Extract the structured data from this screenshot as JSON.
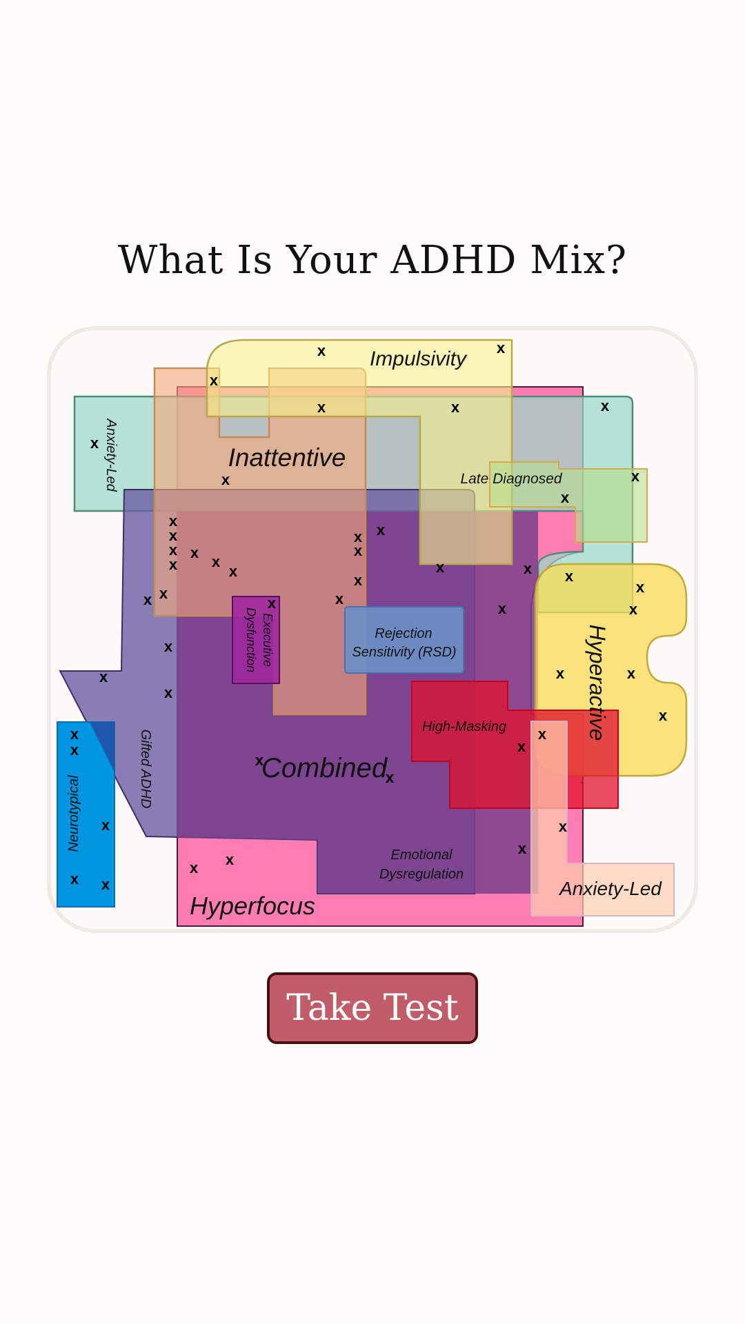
{
  "title": "What Is Your ADHD Mix?",
  "button": {
    "label": "Take Test",
    "color": "#c05d69",
    "border": "#4a0d12"
  },
  "mark_symbol": "x",
  "regions": {
    "impulsivity": "Impulsivity",
    "inattentive": "Inattentive",
    "anxiety_led_left": "Anxiety-Led",
    "late_diagnosed": "Late Diagnosed",
    "executive_dysfunction_1": "Executive",
    "executive_dysfunction_2": "Dysfunction",
    "rsd_1": "Rejection",
    "rsd_2": "Sensitivity (RSD)",
    "hyperactive": "Hyperactive",
    "high_masking": "High-Masking",
    "gifted_adhd": "Gifted ADHD",
    "neurotypical": "Neurotypical",
    "combined": "Combined",
    "emotional_1": "Emotional",
    "emotional_2": "Dysregulation",
    "hyperfocus": "Hyperfocus",
    "anxiety_led_right": "Anxiety-Led"
  },
  "colors": {
    "hyperfocus": "#ff6fa8",
    "combined": "#7b3f8c",
    "inattentive": "#f6a87a",
    "impulsivity": "#f7f08a",
    "anxiety_led_left": "#9fd8c8",
    "gifted_adhd": "#6b5fa3",
    "neurotypical": "#0095e0",
    "hyperactive": "#f5dc5c",
    "high_masking": "#e0112d",
    "rsd": "#6a90c8",
    "executive_dysfunction": "#a0279e",
    "late_diagnosed": "#b5e08a",
    "anxiety_led_right": "#ffcfb0"
  }
}
